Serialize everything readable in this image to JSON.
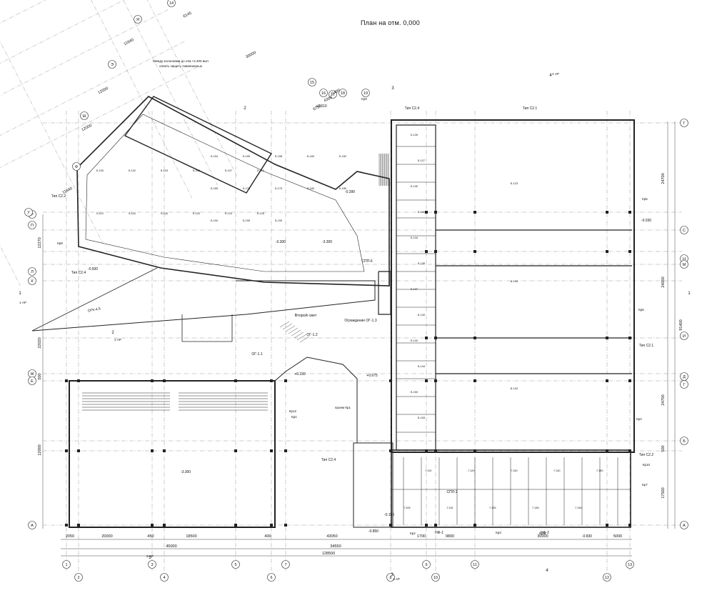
{
  "title": "План на отм. 0,000",
  "note": "Между колоннами до отм.+2.400 выполнить защиту Аквапанелью",
  "labels": {
    "second_light": "Второй свет",
    "fence": "Ограждение ОГ-1.3",
    "og12": "ОГ-1.2",
    "og11": "ОГ-1.1",
    "ogk": "ОГК-4.5",
    "spp": "СПП-6",
    "spl": "СПЛ-1",
    "nf1": "НФ-1",
    "nf2": "НФ-2",
    "proem": "проем Кр1"
  },
  "types": {
    "c21": "Тип С2.1",
    "c22": "Тип С2.2",
    "c24": "Тип С2.4"
  },
  "axis_letters_right": [
    "Г",
    "С",
    "Н",
    "М",
    "И",
    "Д",
    "Г",
    "Б",
    "А"
  ],
  "axis_letters_left": [
    "Р",
    "П",
    "Л",
    "К",
    "Ж",
    "Е",
    "А"
  ],
  "axis_letters_diag": [
    "Я",
    "Э",
    "Ш",
    "Ф",
    "У"
  ],
  "axis_numbers_bottom": [
    "1",
    "2",
    "3",
    "4",
    "5",
    "6",
    "7",
    "8",
    "9",
    "10",
    "11",
    "12",
    "13"
  ],
  "axis_numbers_top": [
    "14",
    "15",
    "16",
    "17",
    "18",
    "19"
  ],
  "dims_bottom_row1": [
    "2050",
    "20000",
    "450",
    "18500",
    "400",
    "43050",
    "1700",
    "9800",
    "30000",
    "5000"
  ],
  "dims_bottom_row2": [
    "45000",
    "34550",
    "128500"
  ],
  "dims_right": [
    "24700",
    "24000",
    "91400",
    "24700",
    "500",
    "17500"
  ],
  "dims_left": [
    "12270",
    "22020",
    "500",
    "12000"
  ],
  "dims_diag": [
    "6145",
    "30000",
    "11640",
    "12000",
    "12000",
    "11640",
    "6780",
    "4300",
    "2400"
  ],
  "elevations": [
    "-3.300",
    "+0.150",
    "-0.300",
    "-0.500",
    "-3.300",
    "-0.030",
    "+0.010",
    "-0.390",
    "+0.675",
    "-0.150",
    "-0.850",
    "-0.830"
  ],
  "section_marks": [
    "1",
    "1",
    "2",
    "2",
    "3",
    "3",
    "4",
    "4",
    "5"
  ],
  "section_sheets": [
    "1 АР",
    "2 АР",
    "3 АР",
    "4 АР",
    "5 АР"
  ],
  "rooms": [
    "Б.100",
    "Б.102",
    "Б.103",
    "Б.105",
    "Б.107",
    "Б.110",
    "Б.113",
    "Б.116",
    "Б.118",
    "Б.120",
    "Б.123",
    "Б.125",
    "Б.126",
    "Б.127",
    "Б.130",
    "Б.131",
    "Б.134",
    "Б.135",
    "Б.137",
    "Б.140",
    "Б.142",
    "Б.144",
    "Б.150",
    "Б.153",
    "Б.154",
    "Б.155",
    "Б.158",
    "Б.160",
    "Б.162",
    "Б.165",
    "Б.170",
    "Б.175",
    "Б.180",
    "Б.185",
    "Б.190",
    "Б.195",
    "Б.199",
    "Г.105",
    "Г.110",
    "Г.115",
    "Г.120",
    "Г.125",
    "Г.130",
    "Г.135",
    "Г.140",
    "Г.145",
    "Г.150"
  ],
  "kp_marks": [
    "Кр1",
    "Кр2",
    "Кр3",
    "Кр4",
    "Кр5",
    "Кр6",
    "Кр7",
    "Кр8",
    "Кр9",
    "Кр10",
    "Кр11",
    "Кр12"
  ]
}
